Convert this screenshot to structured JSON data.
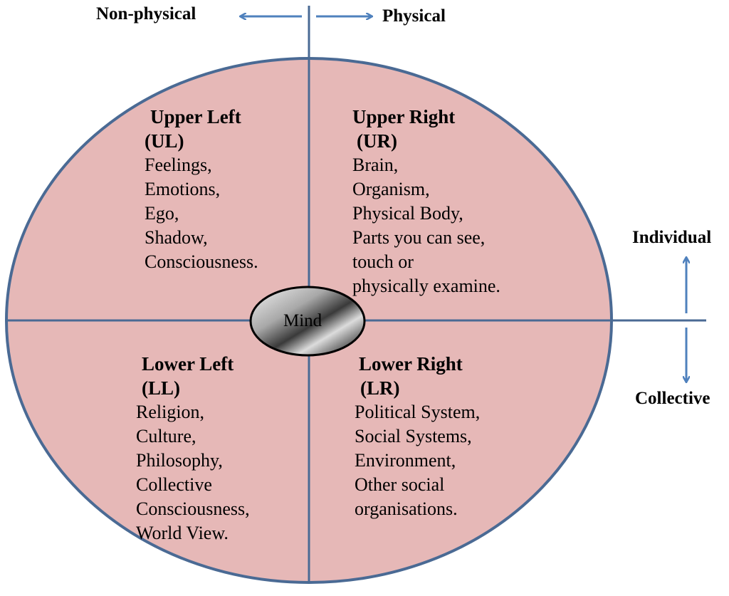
{
  "axes": {
    "left_label": "Non-physical",
    "right_label": "Physical",
    "top_label": "Individual",
    "bottom_label": "Collective"
  },
  "center": {
    "label": "Mind"
  },
  "quadrants": {
    "upper_left": {
      "title": "Upper Left",
      "abbr": "(UL)",
      "items": [
        "Feelings,",
        "Emotions,",
        "Ego,",
        "Shadow,",
        "Consciousness."
      ]
    },
    "upper_right": {
      "title": "Upper Right",
      "abbr": "(UR)",
      "items": [
        "Brain,",
        "Organism,",
        "Physical Body,",
        "Parts you can see,",
        "touch or",
        "physically examine."
      ]
    },
    "lower_left": {
      "title": "Lower Left",
      "abbr": "(LL)",
      "items": [
        "Religion,",
        "Culture,",
        "Philosophy,",
        "Collective",
        "Consciousness,",
        "World View."
      ]
    },
    "lower_right": {
      "title": "Lower Right",
      "abbr": "(LR)",
      "items": [
        "Political System,",
        "Social Systems,",
        "Environment,",
        "Other social",
        "organisations."
      ]
    }
  },
  "colors": {
    "fill": "#e6b8b7",
    "stroke": "#4a6a94",
    "arrow": "#4f81bd"
  }
}
